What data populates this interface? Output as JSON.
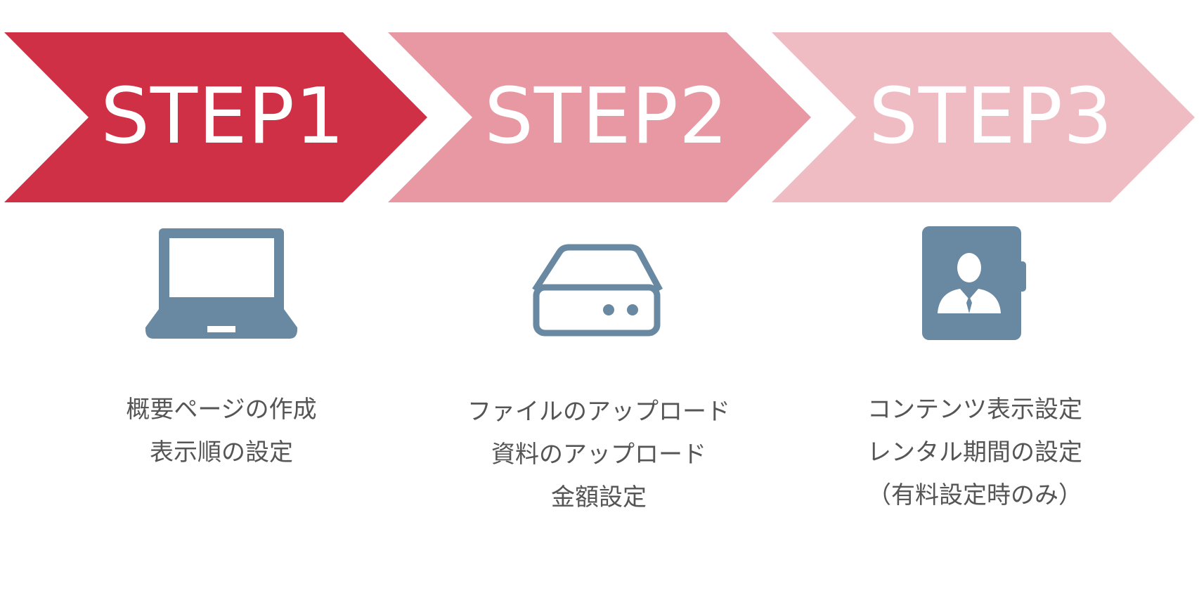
{
  "steps": [
    {
      "label": "STEP1",
      "color": "#D03045",
      "icon": "laptop-icon",
      "lines": [
        "概要ページの作成",
        "表示順の設定"
      ]
    },
    {
      "label": "STEP2",
      "color": "#E898A2",
      "icon": "server-drive-icon",
      "lines": [
        "ファイルのアップロード",
        "資料のアップロード",
        "金額設定"
      ]
    },
    {
      "label": "STEP3",
      "color": "#F0BCC4",
      "icon": "contact-card-icon",
      "lines": [
        "コンテンツ表示設定",
        "レンタル期間の設定",
        "（有料設定時のみ）"
      ]
    }
  ],
  "icon_color": "#6889A1"
}
